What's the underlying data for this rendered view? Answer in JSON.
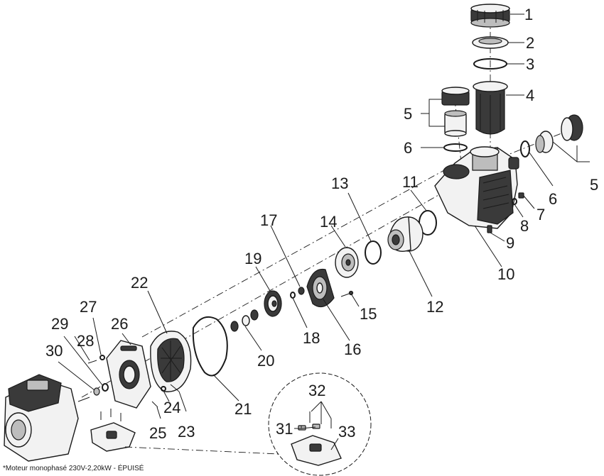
{
  "callouts": {
    "c1": "1",
    "c2": "2",
    "c3": "3",
    "c4": "4",
    "c5a": "5",
    "c5b": "5",
    "c6a": "6",
    "c6b": "6",
    "c7": "7",
    "c8": "8",
    "c9": "9",
    "c10": "10",
    "c11": "11",
    "c12": "12",
    "c13": "13",
    "c14": "14",
    "c15": "15",
    "c16": "16",
    "c17": "17",
    "c18": "18",
    "c19": "19",
    "c20": "20",
    "c21": "21",
    "c22": "22",
    "c23": "23",
    "c24": "24",
    "c25": "25",
    "c26": "26",
    "c27": "27",
    "c28": "28",
    "c29": "29",
    "c30": "30",
    "c31": "31",
    "c32": "32",
    "c33": "33"
  },
  "footnote": "*Moteur monophasé 230V-2,20kW - ÉPUISÉ"
}
